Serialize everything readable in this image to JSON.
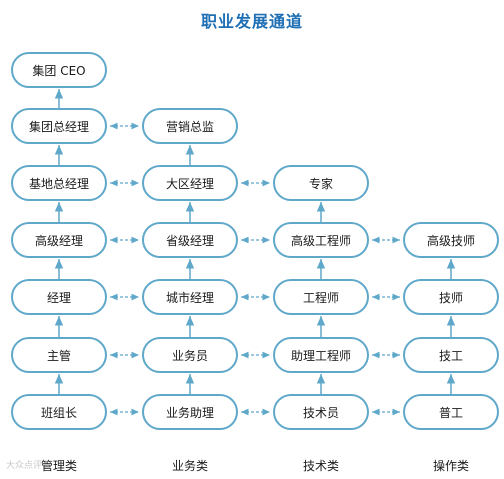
{
  "title": "职业发展通道",
  "colors": {
    "title": "#1f6fb4",
    "border": "#5fa8c9",
    "arrow": "#5fa8c9"
  },
  "columns": {
    "management": {
      "label": "管理类",
      "nodes": [
        "集团 CEO",
        "集团总经理",
        "基地总经理",
        "高级经理",
        "经理",
        "主管",
        "班组长"
      ]
    },
    "business": {
      "label": "业务类",
      "nodes": [
        "营销总监",
        "大区经理",
        "省级经理",
        "城市经理",
        "业务员",
        "业务助理"
      ]
    },
    "technical": {
      "label": "技术类",
      "nodes": [
        "专家",
        "高级工程师",
        "工程师",
        "助理工程师",
        "技术员"
      ]
    },
    "operations": {
      "label": "操作类",
      "nodes": [
        "高级技师",
        "技师",
        "技工",
        "普工"
      ]
    }
  },
  "watermark": "大众点评"
}
